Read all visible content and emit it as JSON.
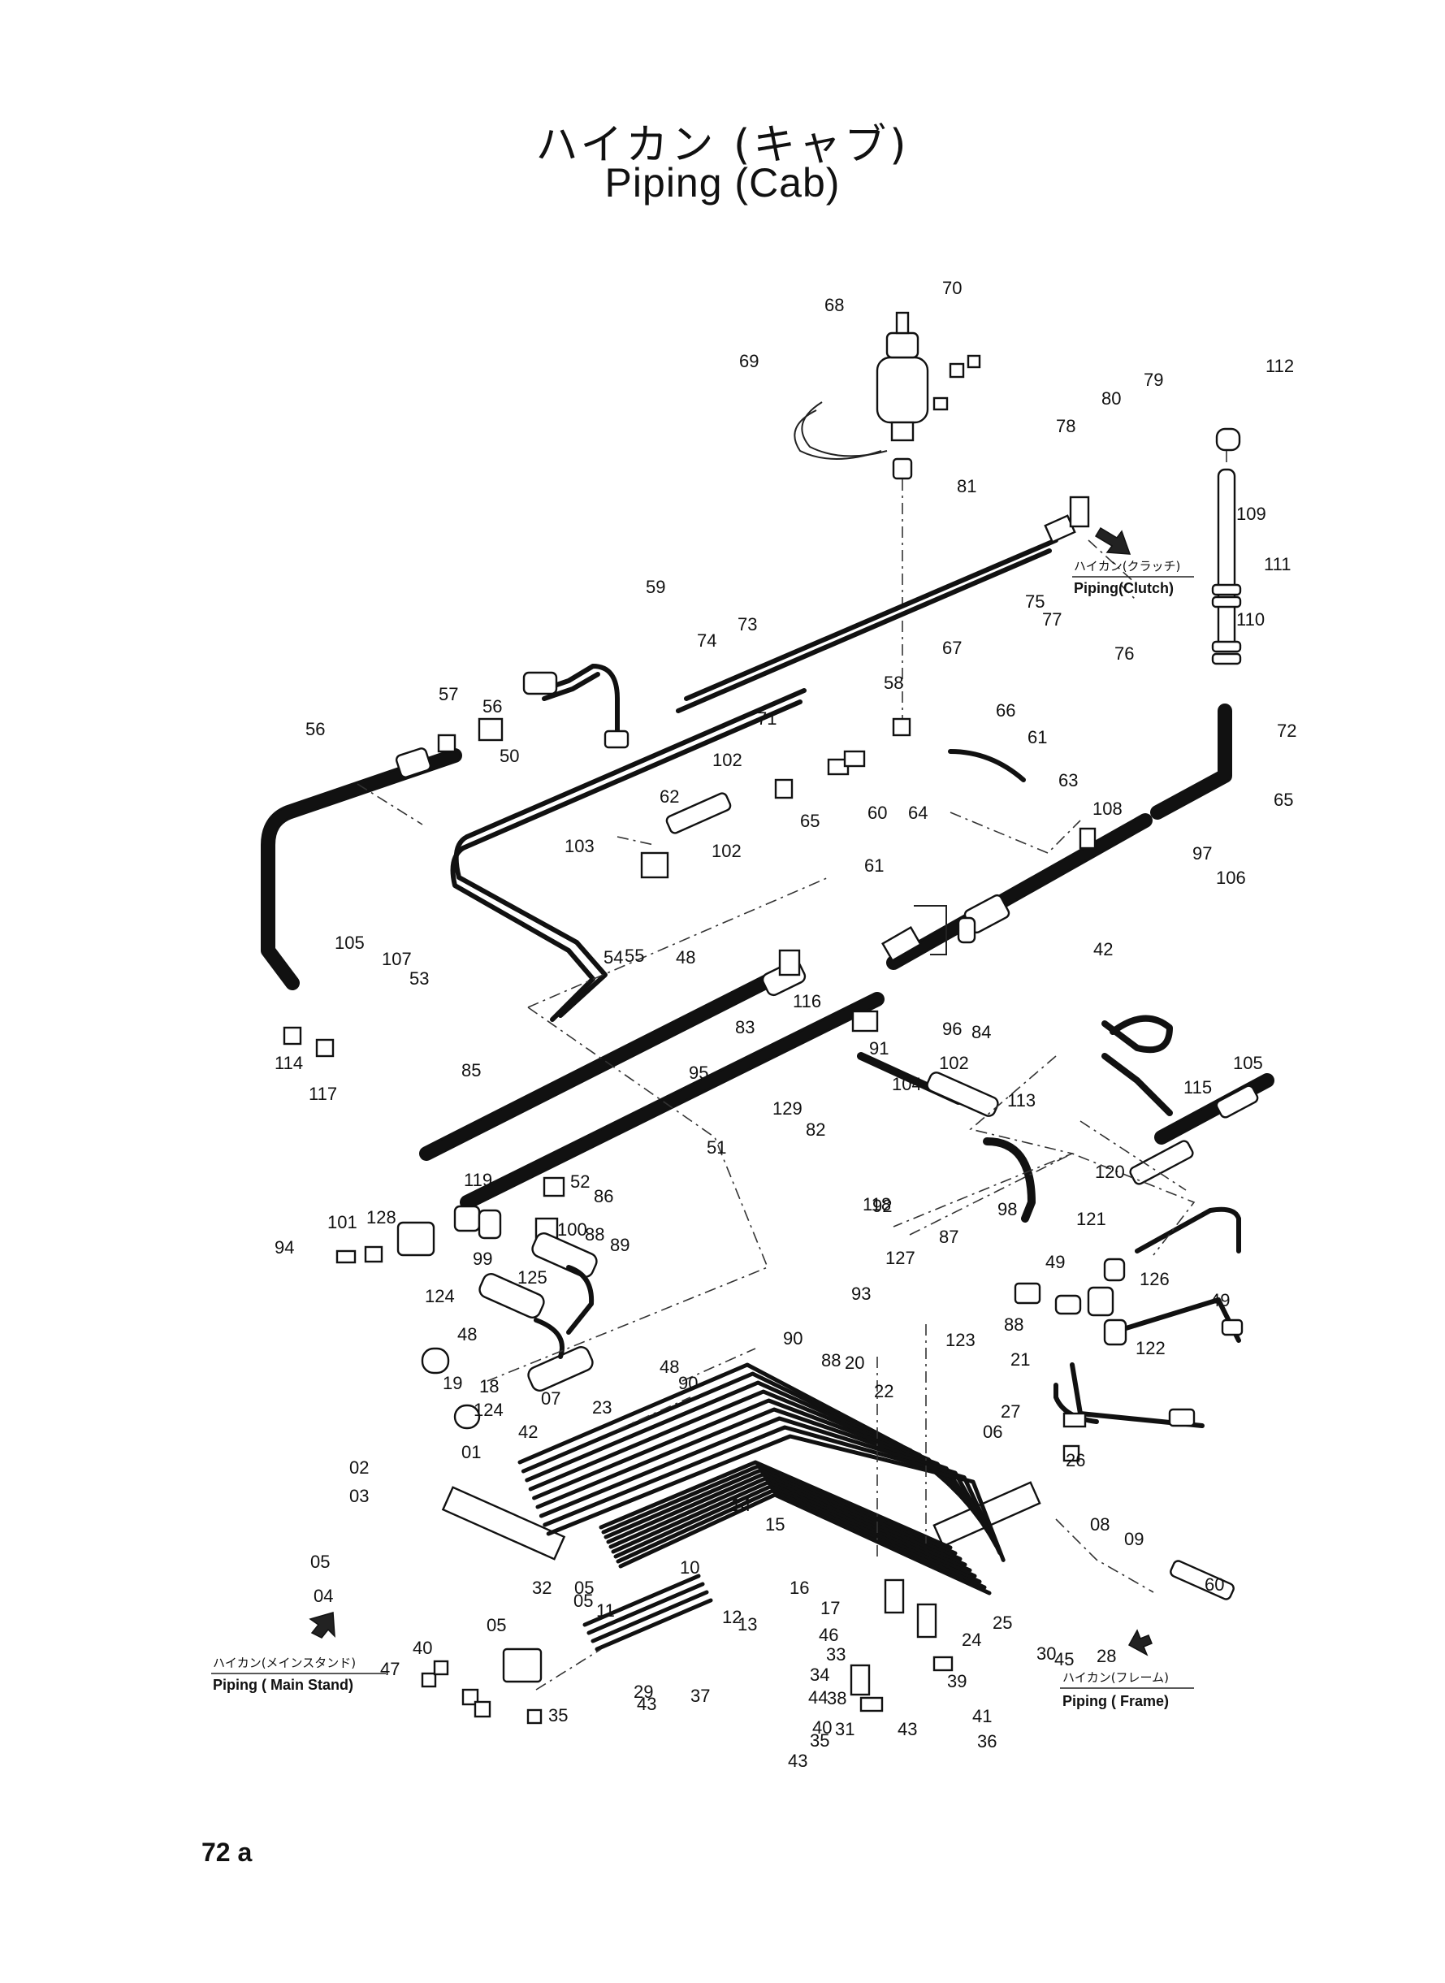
{
  "title_jp": "ハイカン (キャブ)",
  "title_en": "Piping (Cab)",
  "page_number": "72 a",
  "references": [
    {
      "id": "clutch",
      "jp": "ハイカン(クラッチ)",
      "en": "Piping(Clutch)"
    },
    {
      "id": "main-stand",
      "jp": "ハイカン(メインスタンド)",
      "en": "Piping ( Main Stand)"
    },
    {
      "id": "frame",
      "jp": "ハイカン(フレーム)",
      "en": "Piping ( Frame)"
    }
  ],
  "callouts": [
    "70",
    "68",
    "69",
    "112",
    "79",
    "80",
    "78",
    "81",
    "109",
    "111",
    "110",
    "59",
    "73",
    "74",
    "75",
    "77",
    "76",
    "67",
    "56",
    "57",
    "56",
    "50",
    "58",
    "66",
    "71",
    "61",
    "72",
    "102",
    "62",
    "60",
    "64",
    "65",
    "65",
    "63",
    "108",
    "103",
    "102",
    "61",
    "97",
    "106",
    "105",
    "107",
    "53",
    "55",
    "54",
    "42",
    "48",
    "116",
    "83",
    "91",
    "84",
    "96",
    "102",
    "105",
    "104",
    "95",
    "115",
    "85",
    "129",
    "82",
    "113",
    "114",
    "117",
    "51",
    "52",
    "92",
    "118",
    "119",
    "86",
    "98",
    "120",
    "128",
    "101",
    "100",
    "88",
    "89",
    "94",
    "99",
    "87",
    "121",
    "127",
    "49",
    "126",
    "125",
    "93",
    "49",
    "124",
    "88",
    "122",
    "123",
    "48",
    "90",
    "88",
    "20",
    "21",
    "22",
    "19",
    "18",
    "124",
    "48",
    "90",
    "27",
    "23",
    "07",
    "06",
    "26",
    "42",
    "02",
    "01",
    "03",
    "14",
    "15",
    "08",
    "09",
    "05",
    "10",
    "16",
    "17",
    "04",
    "05",
    "11",
    "60",
    "05",
    "32",
    "12",
    "13",
    "05",
    "46",
    "25",
    "24",
    "30",
    "28",
    "33",
    "40",
    "34",
    "47",
    "38",
    "29",
    "45",
    "39",
    "44",
    "37",
    "31",
    "41",
    "40",
    "43",
    "35",
    "36",
    "35",
    "43",
    "43"
  ],
  "colors": {
    "ink": "#111111",
    "paper": "#ffffff"
  }
}
